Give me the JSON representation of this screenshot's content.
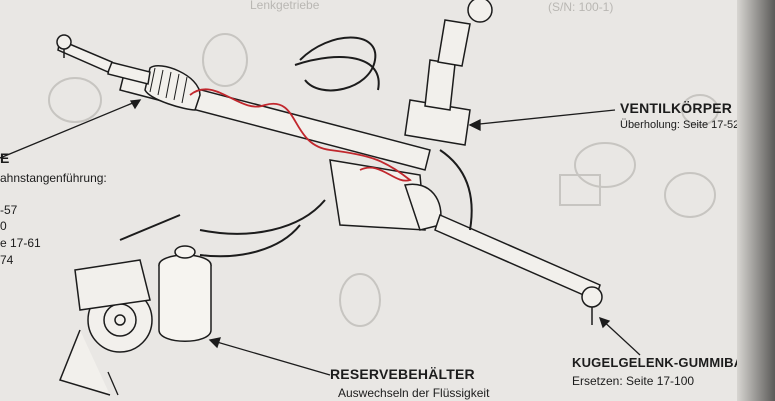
{
  "header_fragment": "Lenkgetriebe",
  "top_right_fragment": "(S/N: 100-1)",
  "left_labels": {
    "title_fragment": "E",
    "subtitle_fragment": "ahnstangenführung:",
    "lines": [
      "-57",
      "0",
      "e 17-61",
      "74"
    ]
  },
  "callouts": {
    "ventil": {
      "title": "VENTILKÖRPER",
      "sub": "Überholung: Seite 17-52"
    },
    "reservoir": {
      "title": "RESERVEBEHÄLTER",
      "sub": "Auswechseln der Flüssigkeit"
    },
    "kugelgelenk": {
      "title": "KUGELGELENK-GUMMIBALG",
      "sub": "Ersetzen: Seite 17-100"
    }
  },
  "colors": {
    "paper": "#e9e7e4",
    "ink": "#1c1c1c",
    "red_marker": "#c1272d"
  }
}
